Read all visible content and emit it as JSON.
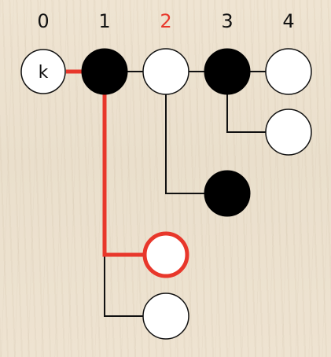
{
  "columns": [
    {
      "label": "0",
      "highlighted": false
    },
    {
      "label": "1",
      "highlighted": false
    },
    {
      "label": "2",
      "highlighted": true
    },
    {
      "label": "3",
      "highlighted": false
    },
    {
      "label": "4",
      "highlighted": false
    }
  ],
  "root_node": {
    "label": "k"
  },
  "colors": {
    "highlight": "#e8372b",
    "line": "#111111",
    "black_stone": "#000000",
    "white_stone": "#ffffff"
  }
}
